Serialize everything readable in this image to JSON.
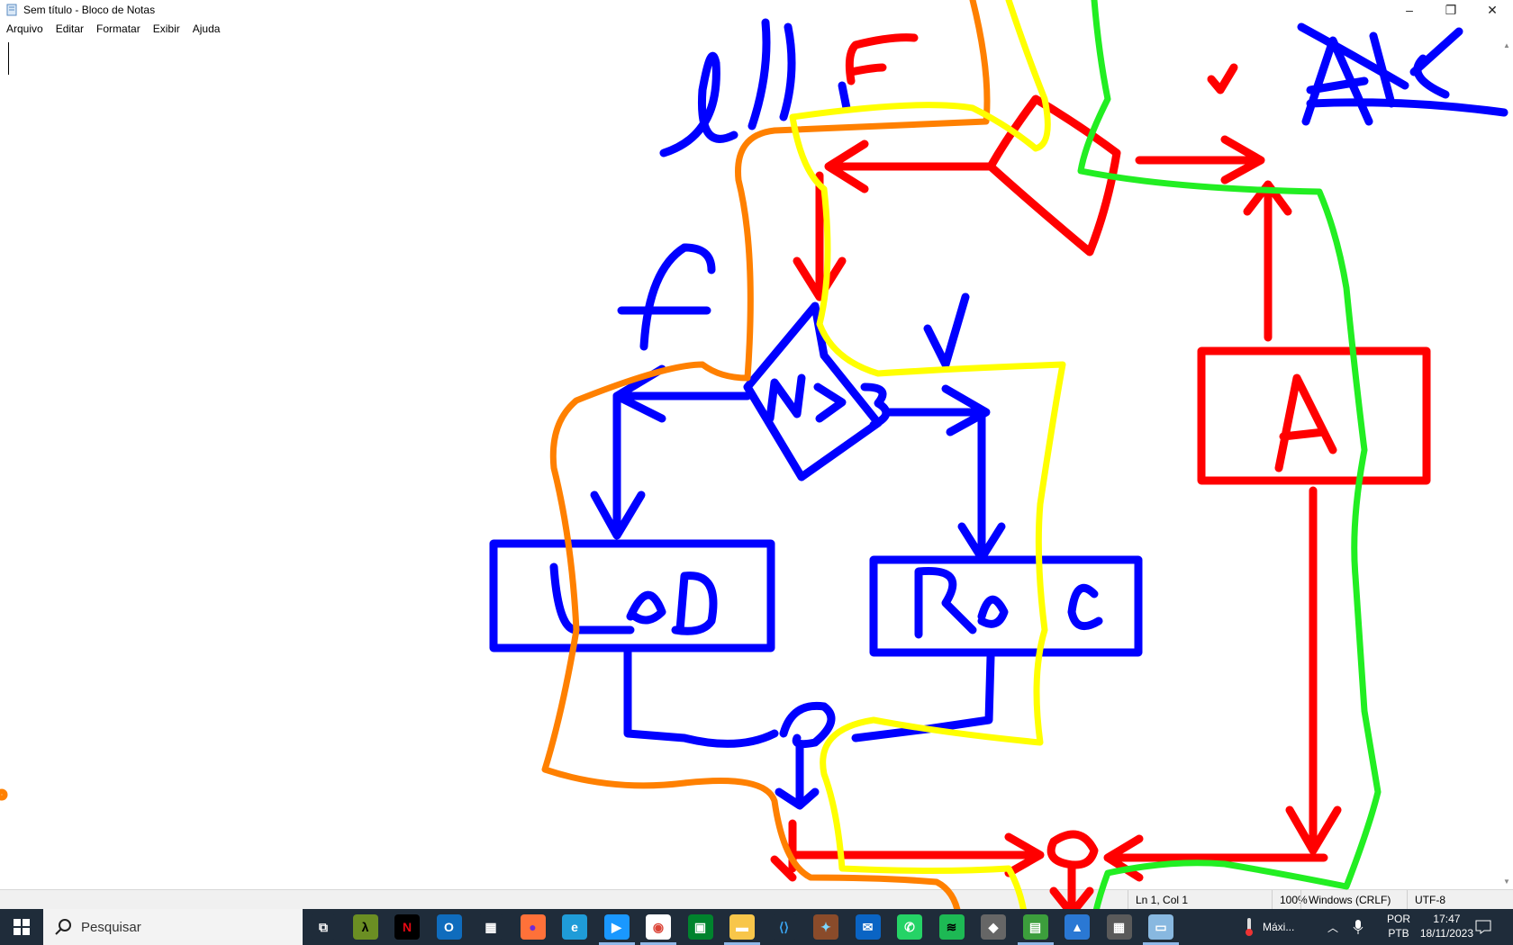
{
  "window": {
    "title": "Sem título - Bloco de Notas",
    "controls": {
      "minimize": "–",
      "maximize": "❐",
      "close": "✕"
    }
  },
  "menu": [
    "Arquivo",
    "Editar",
    "Formatar",
    "Exibir",
    "Ajuda"
  ],
  "editor": {
    "content": ""
  },
  "status": {
    "position": "Ln 1, Col 1",
    "zoom": "100%",
    "line_ending": "Windows (CRLF)",
    "encoding": "UTF-8"
  },
  "drawing": {
    "labels": {
      "top_left": "ell",
      "top_f": "F",
      "top_right": "Alg",
      "false_label": "F",
      "true_label": "V",
      "condition": "N>3",
      "box_left": "LeD",
      "box_mid": "ReG",
      "box_right": "A"
    },
    "colors": {
      "blue": "#0000ff",
      "red": "#ff0000",
      "orange": "#ff8000",
      "yellow": "#ffff00",
      "green": "#22ee22"
    }
  },
  "taskbar": {
    "search_placeholder": "Pesquisar",
    "weather": "Máxi...",
    "lang_top": "POR",
    "lang_bottom": "PTB",
    "time": "17:47",
    "date": "18/11/2023",
    "apps": [
      {
        "name": "task-view",
        "glyph": "⧉",
        "bg": "#1f2c3a",
        "fg": "#ffffff"
      },
      {
        "name": "lambda-app",
        "glyph": "λ",
        "bg": "#6b8e23",
        "fg": "#000000"
      },
      {
        "name": "netflix",
        "glyph": "N",
        "bg": "#000000",
        "fg": "#e50914"
      },
      {
        "name": "outlook",
        "glyph": "O",
        "bg": "#0f6cbd",
        "fg": "#ffffff"
      },
      {
        "name": "store",
        "glyph": "▦",
        "bg": "#1f2c3a",
        "fg": "#ffffff"
      },
      {
        "name": "firefox",
        "glyph": "●",
        "bg": "#ff7139",
        "fg": "#6e2bd9"
      },
      {
        "name": "edge",
        "glyph": "e",
        "bg": "#1f9cd8",
        "fg": "#ffffff"
      },
      {
        "name": "prime-video",
        "glyph": "▶",
        "bg": "#1a98ff",
        "fg": "#ffffff"
      },
      {
        "name": "chrome",
        "glyph": "◉",
        "bg": "#ffffff",
        "fg": "#db4437"
      },
      {
        "name": "meet",
        "glyph": "▣",
        "bg": "#00832d",
        "fg": "#ffffff"
      },
      {
        "name": "file-explorer",
        "glyph": "▬",
        "bg": "#f8c64a",
        "fg": "#ffffff"
      },
      {
        "name": "vscode",
        "glyph": "⟨⟩",
        "bg": "#1f2c3a",
        "fg": "#3aa4f0"
      },
      {
        "name": "game-app",
        "glyph": "✦",
        "bg": "#8a4b2a",
        "fg": "#7cd6ff"
      },
      {
        "name": "mail",
        "glyph": "✉",
        "bg": "#0a64c4",
        "fg": "#ffffff"
      },
      {
        "name": "whatsapp",
        "glyph": "✆",
        "bg": "#25d366",
        "fg": "#ffffff"
      },
      {
        "name": "spotify",
        "glyph": "≋",
        "bg": "#1db954",
        "fg": "#000000"
      },
      {
        "name": "app-b",
        "glyph": "◆",
        "bg": "#666666",
        "fg": "#ffffff"
      },
      {
        "name": "app-c",
        "glyph": "▤",
        "bg": "#3c9e3c",
        "fg": "#ffffff"
      },
      {
        "name": "photos",
        "glyph": "▲",
        "bg": "#2a78d4",
        "fg": "#ffffff"
      },
      {
        "name": "calculator",
        "glyph": "▦",
        "bg": "#5a5a5a",
        "fg": "#ffffff"
      },
      {
        "name": "notepad",
        "glyph": "▭",
        "bg": "#88b8e0",
        "fg": "#ffffff"
      }
    ]
  }
}
